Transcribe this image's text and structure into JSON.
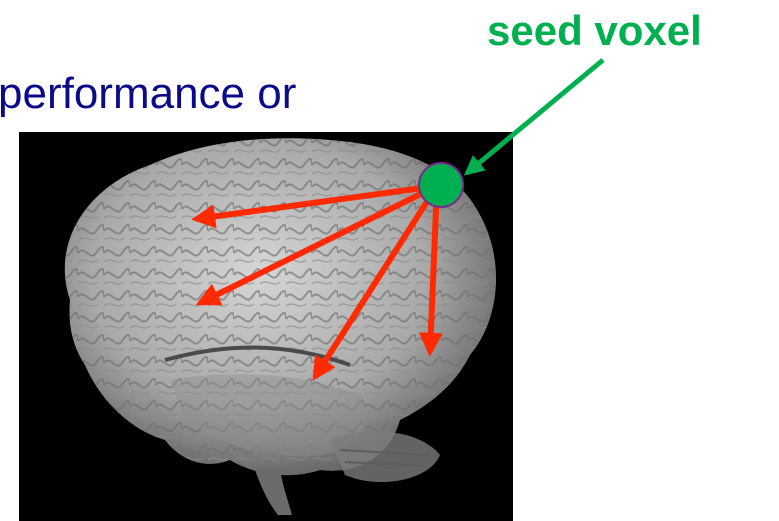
{
  "caption": {
    "text": "performance or"
  },
  "seed": {
    "label": "seed voxel"
  },
  "colors": {
    "caption": "#0b0b8a",
    "seed_label": "#00b050",
    "seed_fill": "#00b050",
    "seed_stroke": "#7a2a8a",
    "arrow_red": "#ff2a00",
    "arrow_green": "#00b050",
    "background_panel": "#000000",
    "brain_base": "#b8b8b8"
  },
  "icons": {
    "brain": "brain-image",
    "seed": "seed-voxel-dot"
  }
}
